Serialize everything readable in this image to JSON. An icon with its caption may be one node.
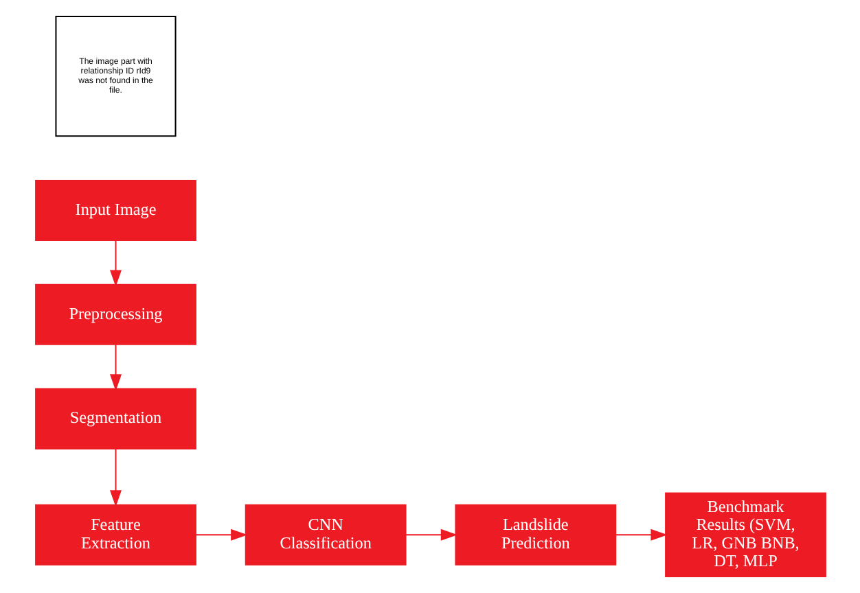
{
  "diagram": {
    "nodes": [
      {
        "text": [
          "The image part with relationship ID rId9 was not found in the file."
        ]
      },
      {
        "text": [
          "Input Image"
        ]
      },
      {
        "text": [
          "Preprocessing"
        ]
      },
      {
        "text": [
          "Segmentation"
        ]
      },
      {
        "text": [
          "Feature Extraction"
        ]
      },
      {
        "text": [
          "CNN Classification"
        ]
      },
      {
        "text": [
          "Landslide Prediction"
        ]
      },
      {
        "text": [
          "Benchmark Results (SVM, LR, GNB BNB, DT, MLP"
        ]
      }
    ],
    "edges": [
      {
        "from": 1,
        "to": 2,
        "arrow": "to"
      },
      {
        "from": 2,
        "to": 3,
        "arrow": "to"
      },
      {
        "from": 3,
        "to": 4,
        "arrow": "to"
      },
      {
        "from": 4,
        "to": 5,
        "arrow": "to"
      },
      {
        "from": 5,
        "to": 6,
        "arrow": "to"
      },
      {
        "from": 6,
        "to": 7,
        "arrow": "to"
      }
    ]
  }
}
